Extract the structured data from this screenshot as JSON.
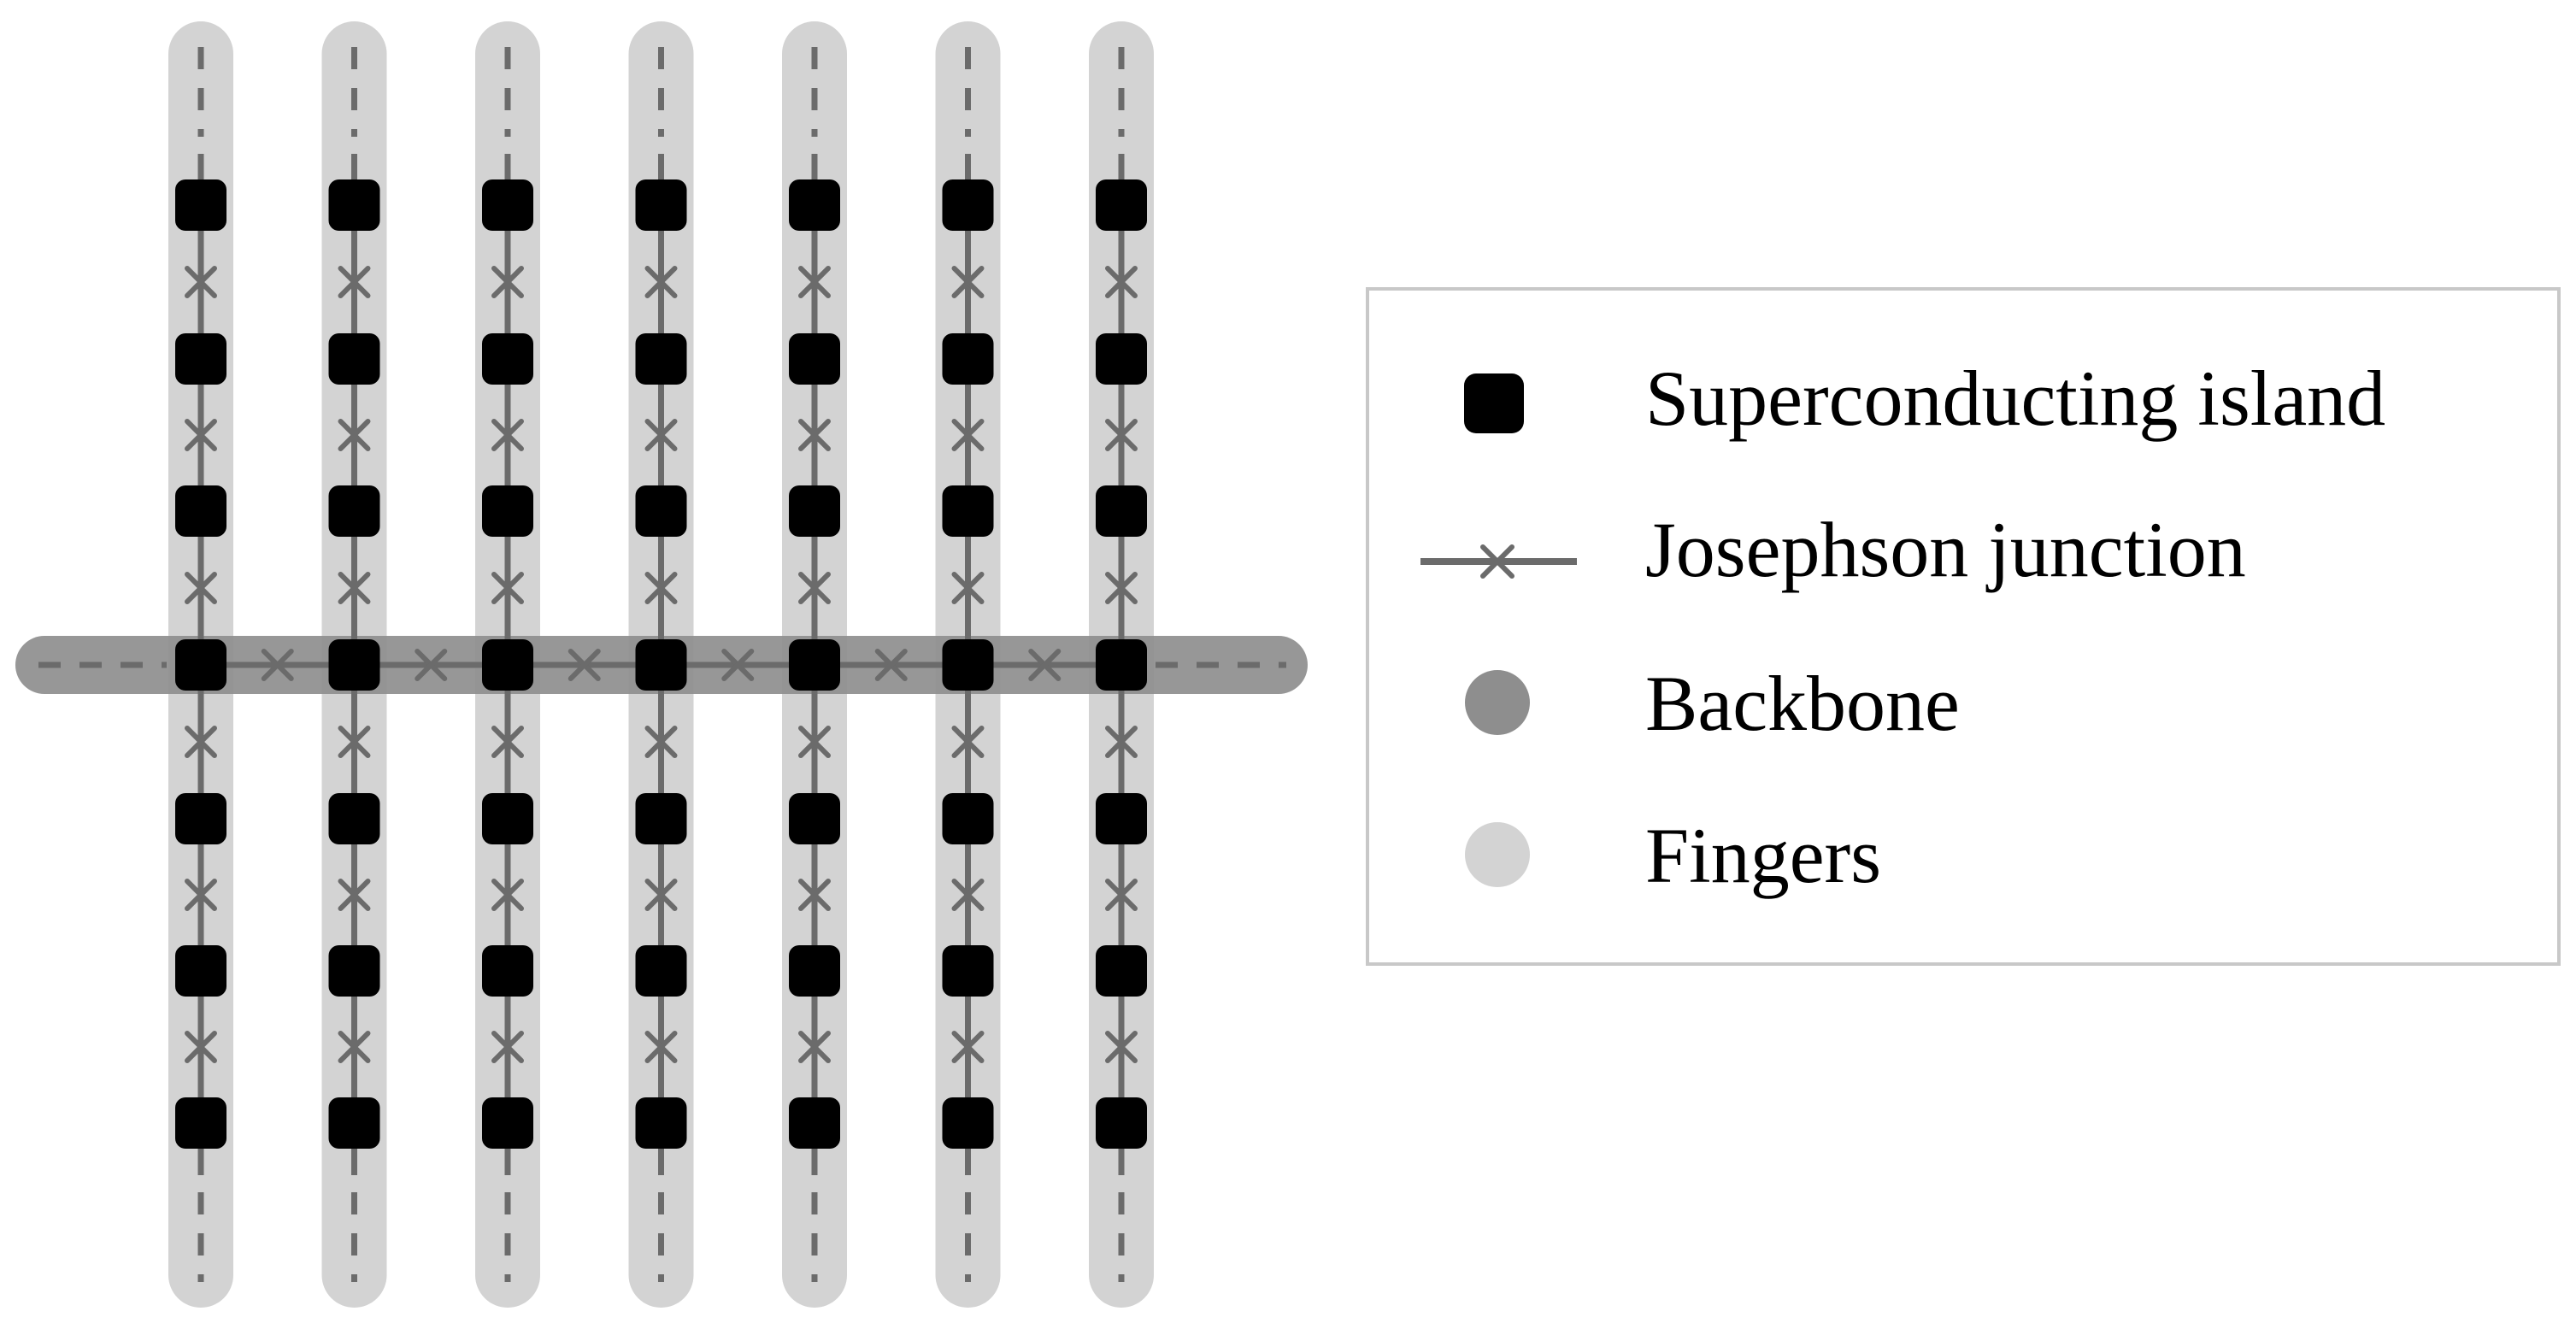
{
  "diagram": {
    "type": "josephson-junction-array",
    "fingers": 7,
    "islands_per_finger_above_backbone": 3,
    "islands_per_finger_below_backbone": 3,
    "junctions_per_finger_above_backbone": 3,
    "junctions_per_finger_below_backbone": 3,
    "junctions_on_backbone": 6,
    "finger_ends": "dashed",
    "backbone_ends": "dashed"
  },
  "legend": {
    "items": [
      {
        "key": "island",
        "label": "Superconducting island",
        "symbol": "rounded-square"
      },
      {
        "key": "junction",
        "label": "Josephson junction",
        "symbol": "line-with-x"
      },
      {
        "key": "backbone",
        "label": "Backbone",
        "symbol": "circle"
      },
      {
        "key": "fingers",
        "label": "Fingers",
        "symbol": "circle"
      }
    ]
  },
  "colors": {
    "island": "#000000",
    "wire": "#6b6b6b",
    "junction_mark": "#6b6b6b",
    "backbone": "#8e8e8e",
    "fingers": "#d3d3d3",
    "legend_border": "#c8c8c8"
  }
}
